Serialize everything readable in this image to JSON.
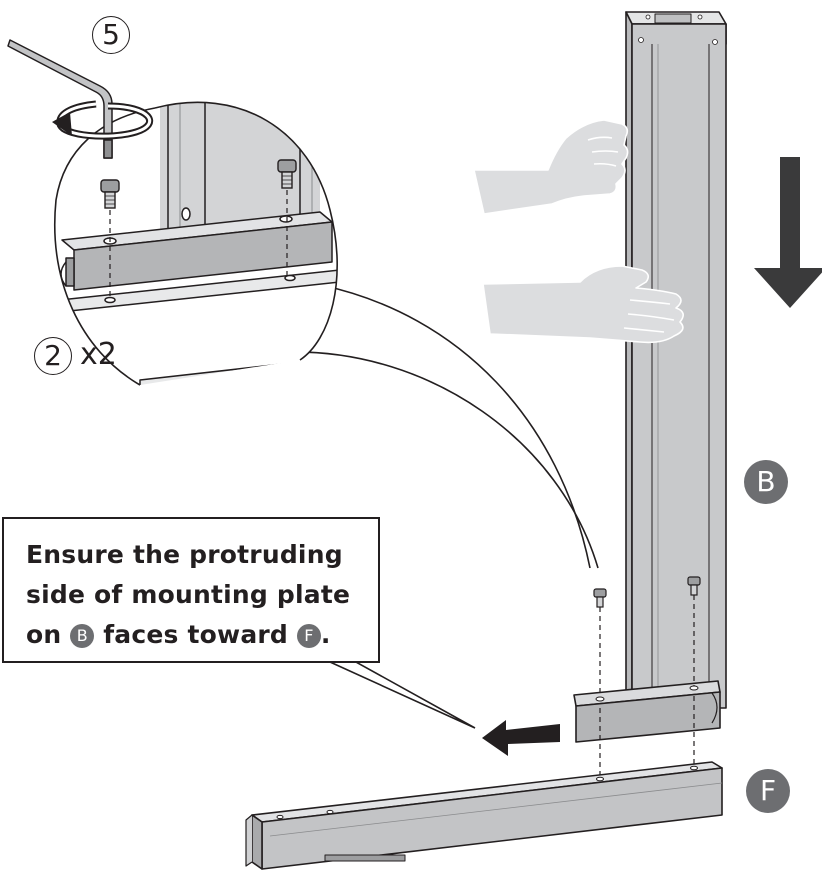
{
  "callout": {
    "line1": "Ensure the protruding",
    "line2": "side of mounting plate",
    "line3_a": "on",
    "line3_badge_b": "B",
    "line3_b": "faces toward",
    "line3_badge_f": "F",
    "line3_c": "."
  },
  "labels": {
    "tool_step": "5",
    "screw_id": "2",
    "screw_qty": "x2",
    "part_b": "B",
    "part_f": "F"
  },
  "icons": {
    "hex_key": "hex-key-icon",
    "rotate": "rotate-arrow-icon",
    "down_arrow": "down-arrow-icon",
    "left_arrow": "left-arrow-icon"
  },
  "colors": {
    "line": "#231f20",
    "metal": "#c8c9cb",
    "metal_dark": "#9b9c9e",
    "badge": "#6d6e71",
    "hand": "#dcdddf",
    "arrow": "#3a3a3b"
  }
}
